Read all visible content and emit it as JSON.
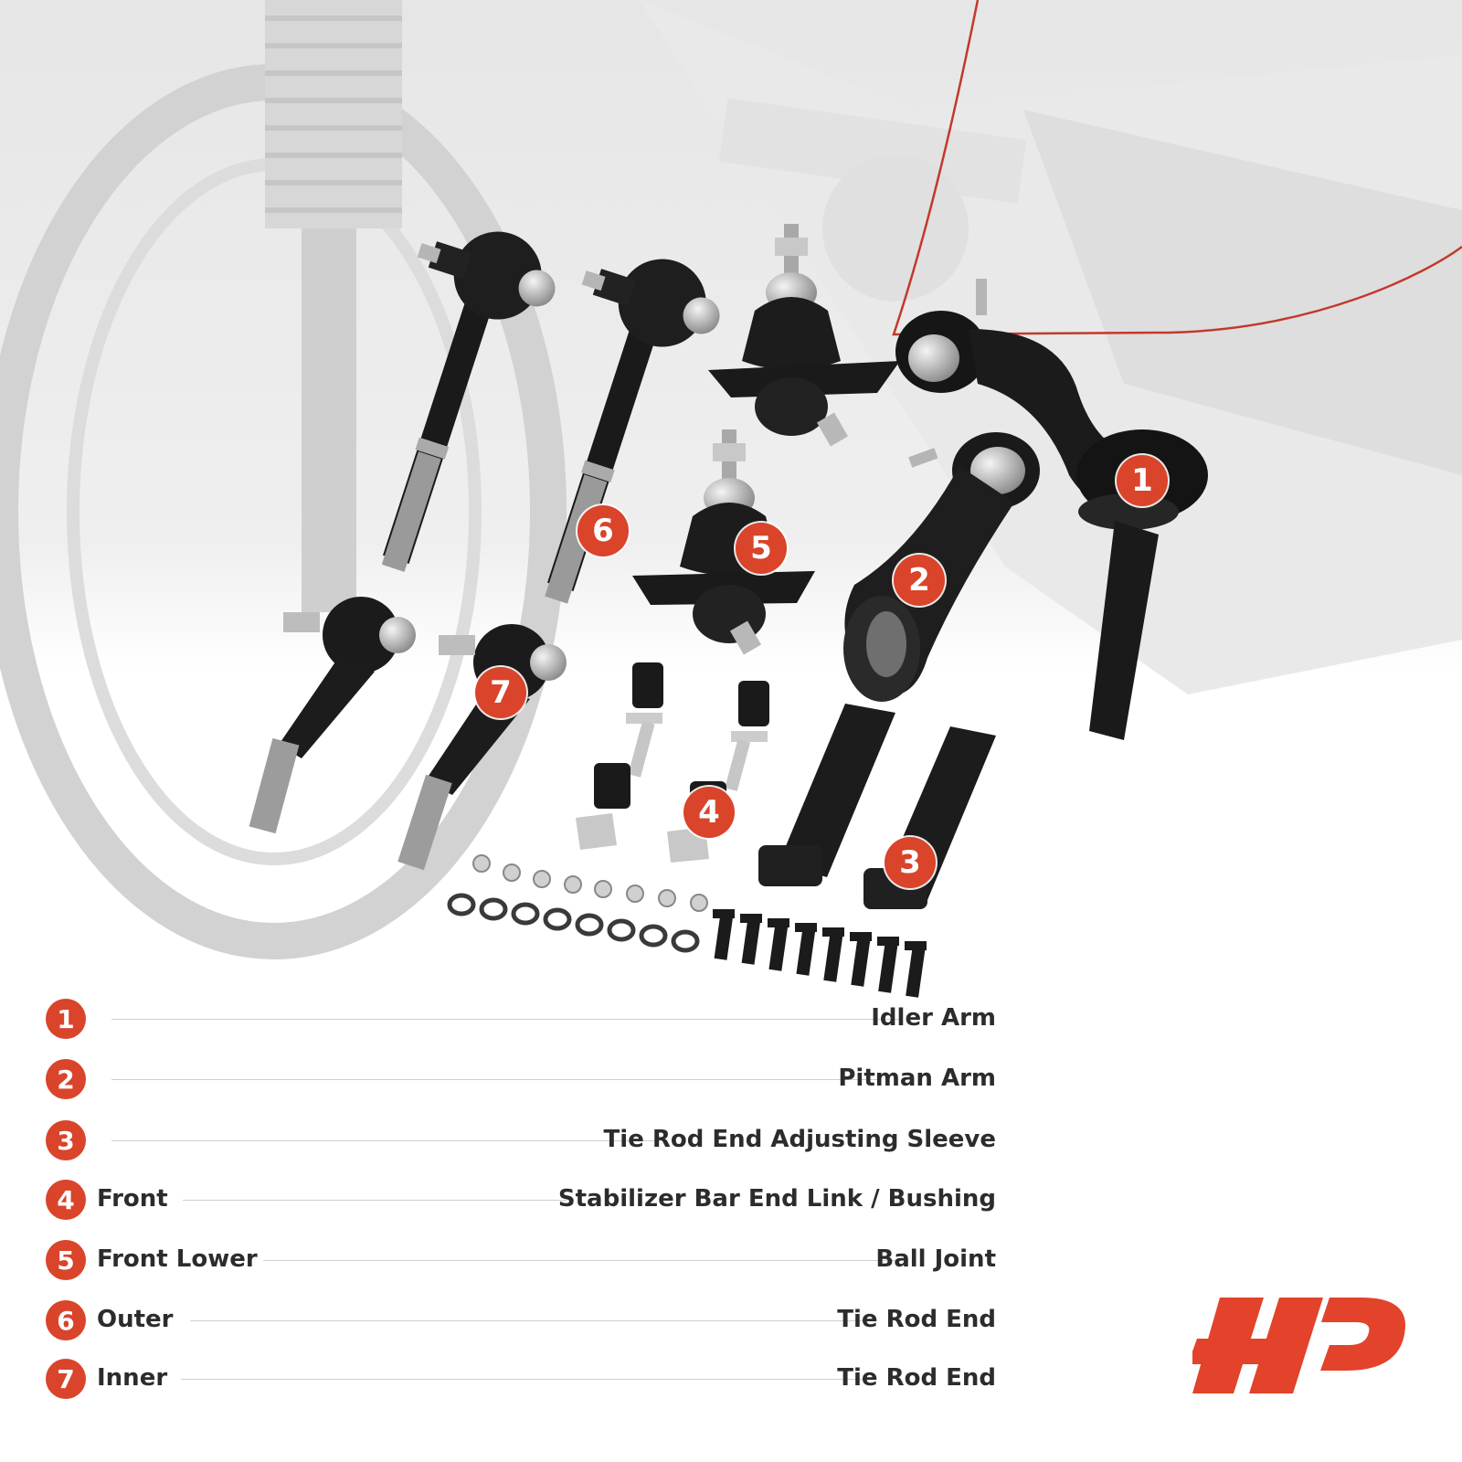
{
  "colors": {
    "accent": "#d9442a",
    "text": "#2c2c2c",
    "rule": "#cfcfcf"
  },
  "callouts": [
    {
      "num": "1"
    },
    {
      "num": "2"
    },
    {
      "num": "3"
    },
    {
      "num": "4"
    },
    {
      "num": "5"
    },
    {
      "num": "6"
    },
    {
      "num": "7"
    }
  ],
  "legend": [
    {
      "num": "1",
      "qualifier": "",
      "name": "Idler Arm"
    },
    {
      "num": "2",
      "qualifier": "",
      "name": "Pitman Arm"
    },
    {
      "num": "3",
      "qualifier": "",
      "name": "Tie Rod End Adjusting Sleeve"
    },
    {
      "num": "4",
      "qualifier": "Front",
      "name": "Stabilizer Bar End Link / Bushing"
    },
    {
      "num": "5",
      "qualifier": "Front Lower",
      "name": "Ball Joint"
    },
    {
      "num": "6",
      "qualifier": "Outer",
      "name": "Tie Rod End"
    },
    {
      "num": "7",
      "qualifier": "Inner",
      "name": "Tie Rod End"
    }
  ],
  "logo": {
    "icon": "brand-logo-icon"
  }
}
